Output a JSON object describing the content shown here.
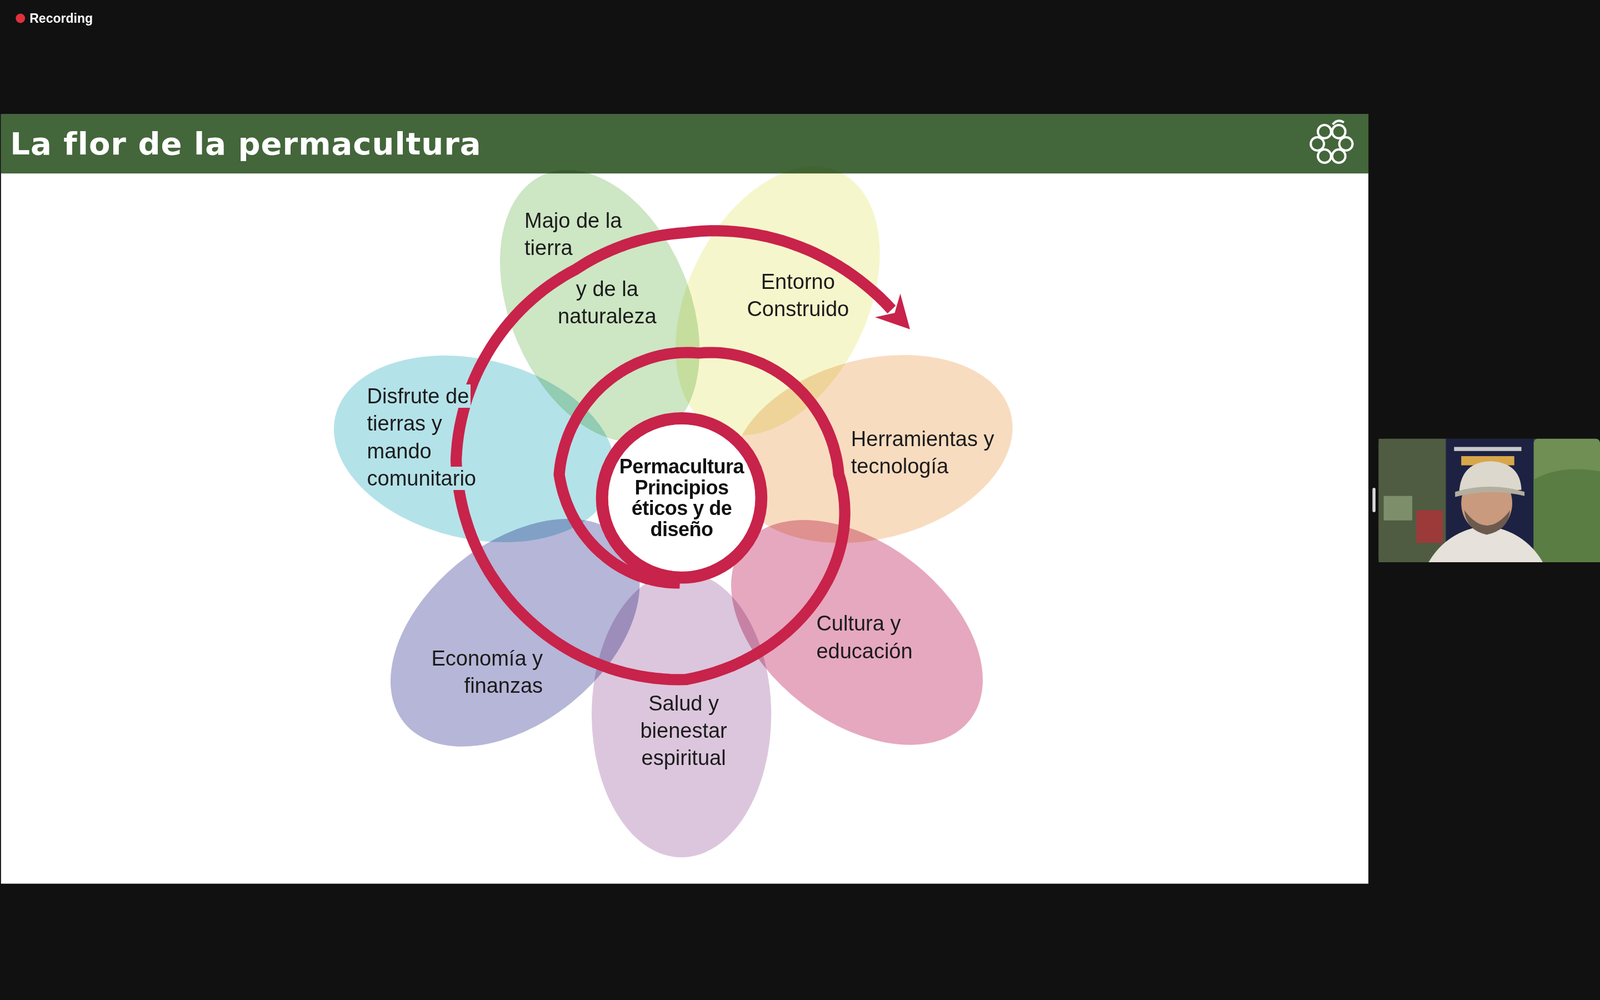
{
  "diagram": {
    "title": "La flor de la permacultura",
    "nodes": [
      {
        "text": [
          "Majo de la tierra",
          "y de la naturaleza"
        ]
      },
      {
        "text": [
          "Entorno Construido"
        ]
      },
      {
        "text": [
          "Disfrute de tierras y mando comunitario"
        ]
      },
      {
        "text": [
          "Herramientas y tecnología"
        ]
      },
      {
        "text": [
          "Permacultura Principios éticos y de diseño"
        ]
      },
      {
        "text": [
          "Cultura y educación"
        ]
      },
      {
        "text": [
          "Economía y finanzas"
        ]
      },
      {
        "text": [
          "Salud y bienestar espiritual"
        ]
      }
    ],
    "labels": [
      "Recording"
    ]
  }
}
